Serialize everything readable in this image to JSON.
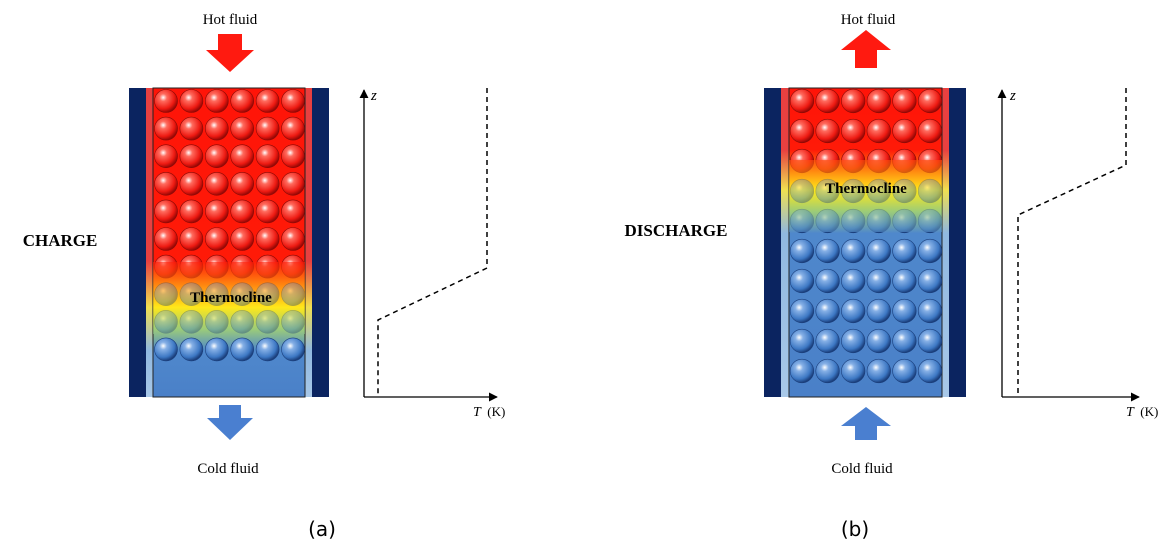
{
  "panels": [
    {
      "id": "a",
      "mode_label": "CHARGE",
      "top_label": "Hot fluid",
      "bottom_label": "Cold fluid",
      "top_arrow_direction": "down",
      "bottom_arrow_direction": "down",
      "zone_label": "Thermocline",
      "hot_layer_rows": 7,
      "cold_layer_rows": 3,
      "particle_columns": 6,
      "z_axis_label": "z",
      "t_axis_symbol": "T",
      "t_axis_unit": "(K)",
      "caption": "(a)"
    },
    {
      "id": "b",
      "mode_label": "DISCHARGE",
      "top_label": "Hot fluid",
      "bottom_label": "Cold fluid",
      "top_arrow_direction": "up",
      "bottom_arrow_direction": "up",
      "zone_label": "Thermocline",
      "hot_layer_rows": 3,
      "cold_layer_rows": 7,
      "particle_columns": 6,
      "z_axis_label": "z",
      "t_axis_symbol": "T",
      "t_axis_unit": "(K)",
      "caption": "(b)"
    }
  ],
  "colors": {
    "hot": "#ff1a10",
    "cold": "#3d7cc8",
    "wall": "#0b2460",
    "thermocline_mid": "#f5e020",
    "arrow_hot": "#ff1a10",
    "arrow_cold": "#4a7fd0"
  }
}
